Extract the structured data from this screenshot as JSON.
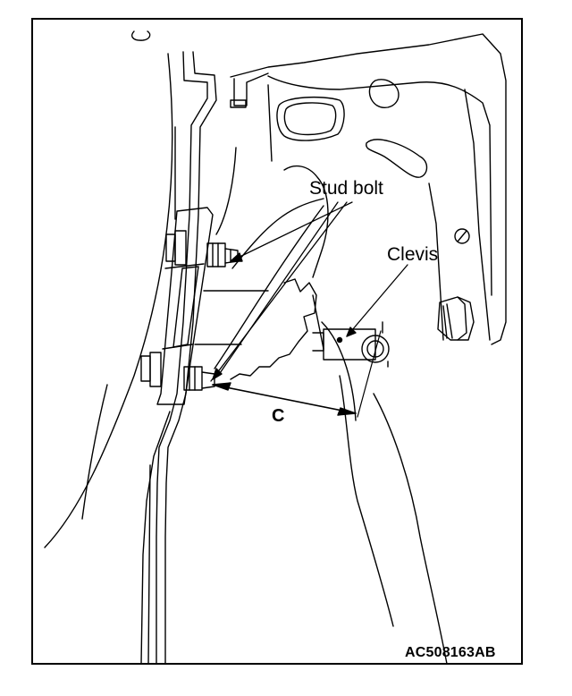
{
  "labels": {
    "stud_bolt": "Stud bolt",
    "clevis": "Clevis",
    "dimension": "C",
    "figure_code": "AC508163AB"
  }
}
